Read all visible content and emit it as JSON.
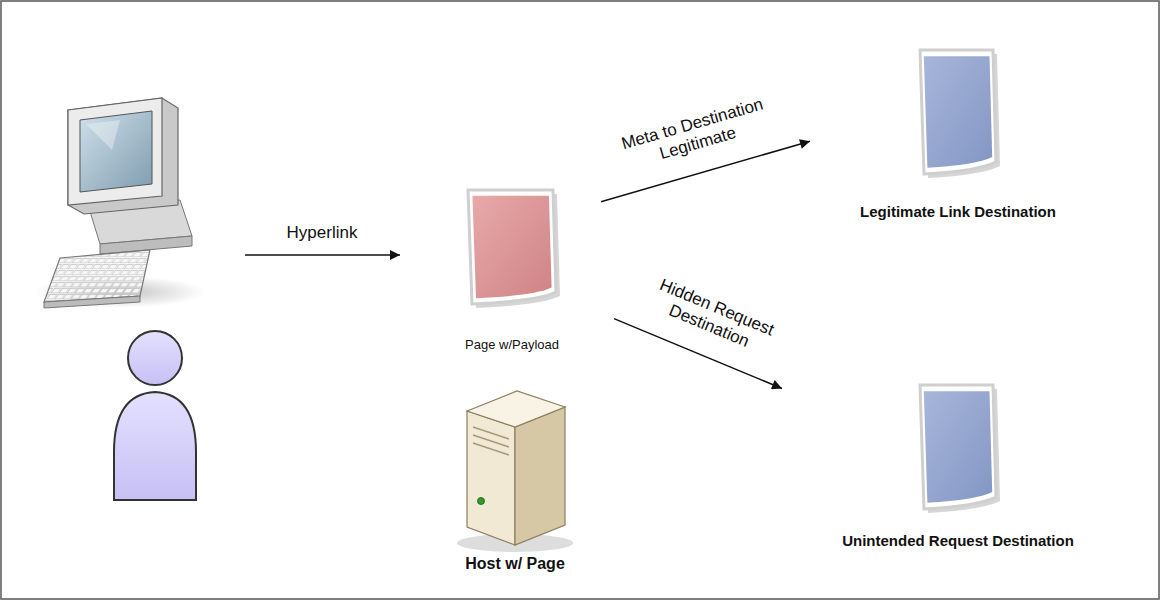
{
  "diagram": {
    "nodes": [
      {
        "text": [
          "Page w/Payload"
        ]
      },
      {
        "text": [
          "Host w/ Page"
        ]
      },
      {
        "text": [
          "Legitimate Link Destination"
        ]
      },
      {
        "text": [
          "Unintended Request Destination"
        ]
      }
    ],
    "edges": [
      {
        "from": 0,
        "to": 2,
        "label": "Meta to Destination Legitimate",
        "arrow": "to"
      },
      {
        "from": 0,
        "to": 3,
        "label": "Hidden Request Destination",
        "arrow": "to"
      }
    ],
    "labels": [
      "Hyperlink"
    ]
  }
}
